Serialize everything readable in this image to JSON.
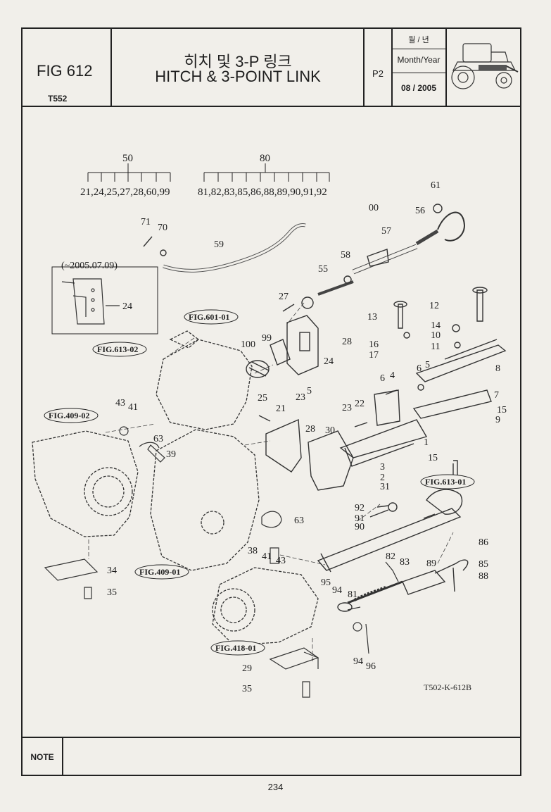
{
  "header": {
    "fig_number": "FIG 612",
    "model": "T552",
    "title_ko": "히치 및 3-P 링크",
    "title_en": "HITCH & 3-POINT LINK",
    "page_code": "P2",
    "month_label_ko": "월 / 년",
    "month_label_en": "Month/Year",
    "date": "08 / 2005"
  },
  "diagram": {
    "group_50": "50",
    "group_50_items": "21,24,25,27,28,60,99",
    "group_80": "80",
    "group_80_items": "81,82,83,85,86,88,89,90,91,92",
    "inset_note": "(~2005.07.09)",
    "drawing_code": "T502-K-612B",
    "ref_figures": [
      "FIG.601-01",
      "FIG.613-02",
      "FIG.409-02",
      "FIG.613-01",
      "FIG.409-01",
      "FIG.418-01"
    ],
    "part_numbers": [
      "00",
      "61",
      "56",
      "57",
      "58",
      "55",
      "71",
      "70",
      "59",
      "24",
      "27",
      "28",
      "99",
      "100",
      "24",
      "25",
      "21",
      "23",
      "5",
      "28",
      "30",
      "23",
      "22",
      "6",
      "4",
      "13",
      "16",
      "17",
      "12",
      "14",
      "10",
      "11",
      "6",
      "5",
      "8",
      "7",
      "15",
      "9",
      "1",
      "15",
      "3",
      "2",
      "31",
      "43",
      "41",
      "63",
      "39",
      "92",
      "91",
      "90",
      "63",
      "38",
      "41",
      "43",
      "86",
      "89",
      "85",
      "88",
      "82",
      "83",
      "95",
      "94",
      "81",
      "94",
      "96",
      "34",
      "35",
      "29",
      "35"
    ]
  },
  "footer": {
    "note_label": "NOTE",
    "page_number": "234"
  }
}
